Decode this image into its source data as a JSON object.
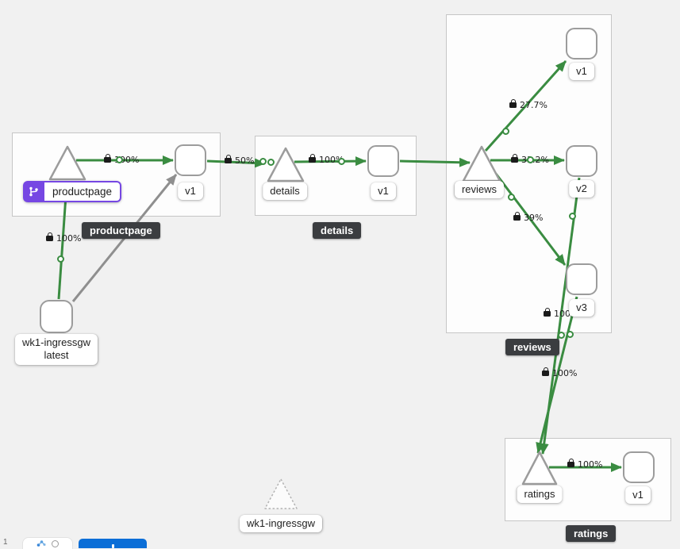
{
  "colors": {
    "edge_healthy": "#3a8c41",
    "edge_unknown": "#8f8f8f",
    "virtualservice_badge": "#7647e3",
    "tooltip_bg": "#3b3d40",
    "primary_button": "#0b6ed7",
    "canvas_bg": "#f1f1f1"
  },
  "groups": {
    "productpage": {
      "tooltip": "productpage"
    },
    "details": {
      "tooltip": "details"
    },
    "reviews": {
      "tooltip": "reviews"
    },
    "ratings": {
      "tooltip": "ratings"
    }
  },
  "nodes": {
    "productpage_service": {
      "label": "productpage"
    },
    "productpage_v1": {
      "label": "v1"
    },
    "details_service": {
      "label": "details"
    },
    "details_v1": {
      "label": "v1"
    },
    "reviews_service": {
      "label": "reviews"
    },
    "reviews_v1": {
      "label": "v1"
    },
    "reviews_v2": {
      "label": "v2"
    },
    "reviews_v3": {
      "label": "v3"
    },
    "ratings_service": {
      "label": "ratings"
    },
    "ratings_v1": {
      "label": "v1"
    },
    "ingress_workload": {
      "label_line1": "wk1-ingressgw",
      "label_line2": "latest"
    },
    "idle_gateway_service": {
      "label": "wk1-ingressgw"
    }
  },
  "edge_labels": {
    "ingress_to_productpage": "100%",
    "productpage_to_v1": "100%",
    "ppv1_to_details": "50%",
    "details_to_v1": "100%",
    "reviews_to_v1": "27.7%",
    "reviews_to_v2": "33.2%",
    "reviews_to_v3": "39%",
    "v2_to_ratings": "100%",
    "v3_to_ratings": "100%",
    "ratings_to_v1": "100%"
  },
  "toolbar": {
    "indicator": "1"
  }
}
